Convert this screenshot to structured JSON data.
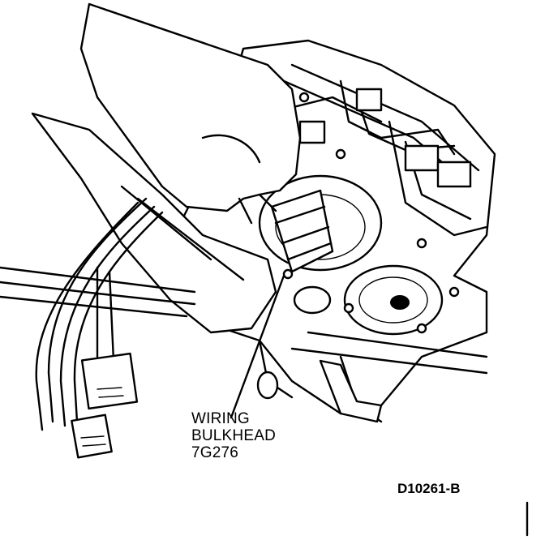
{
  "figure": {
    "callout_lines": [
      "WIRING",
      "BULKHEAD",
      "7G276"
    ],
    "figure_id": "D10261-B"
  },
  "parts": [
    {
      "name": "wiring-bulkhead-connector"
    },
    {
      "name": "transmission-case"
    },
    {
      "name": "wiring-harness"
    },
    {
      "name": "technician-hand"
    }
  ]
}
